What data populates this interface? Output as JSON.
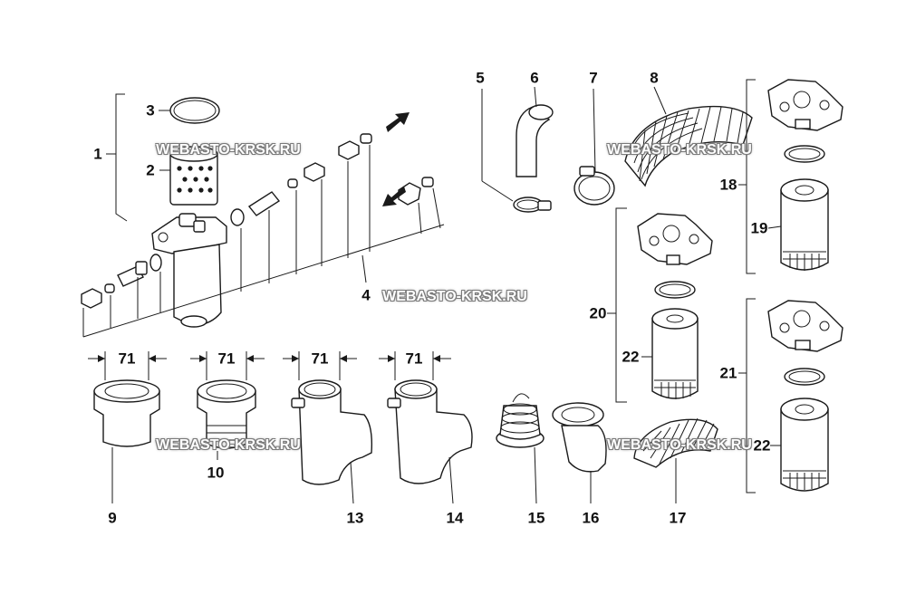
{
  "callouts": [
    {
      "id": "1",
      "text": "1"
    },
    {
      "id": "2",
      "text": "2"
    },
    {
      "id": "3",
      "text": "3"
    },
    {
      "id": "4",
      "text": "4"
    },
    {
      "id": "5",
      "text": "5"
    },
    {
      "id": "6",
      "text": "6"
    },
    {
      "id": "7",
      "text": "7"
    },
    {
      "id": "8",
      "text": "8"
    },
    {
      "id": "9",
      "text": "9"
    },
    {
      "id": "10",
      "text": "10"
    },
    {
      "id": "13",
      "text": "13"
    },
    {
      "id": "14",
      "text": "14"
    },
    {
      "id": "15",
      "text": "15"
    },
    {
      "id": "16",
      "text": "16"
    },
    {
      "id": "17",
      "text": "17"
    },
    {
      "id": "18",
      "text": "18"
    },
    {
      "id": "19",
      "text": "19"
    },
    {
      "id": "20",
      "text": "20"
    },
    {
      "id": "21",
      "text": "21"
    },
    {
      "id": "22a",
      "text": "22"
    },
    {
      "id": "22b",
      "text": "22"
    }
  ],
  "dimension_label": "71",
  "watermark": "WEBASTO-KRSK.RU"
}
